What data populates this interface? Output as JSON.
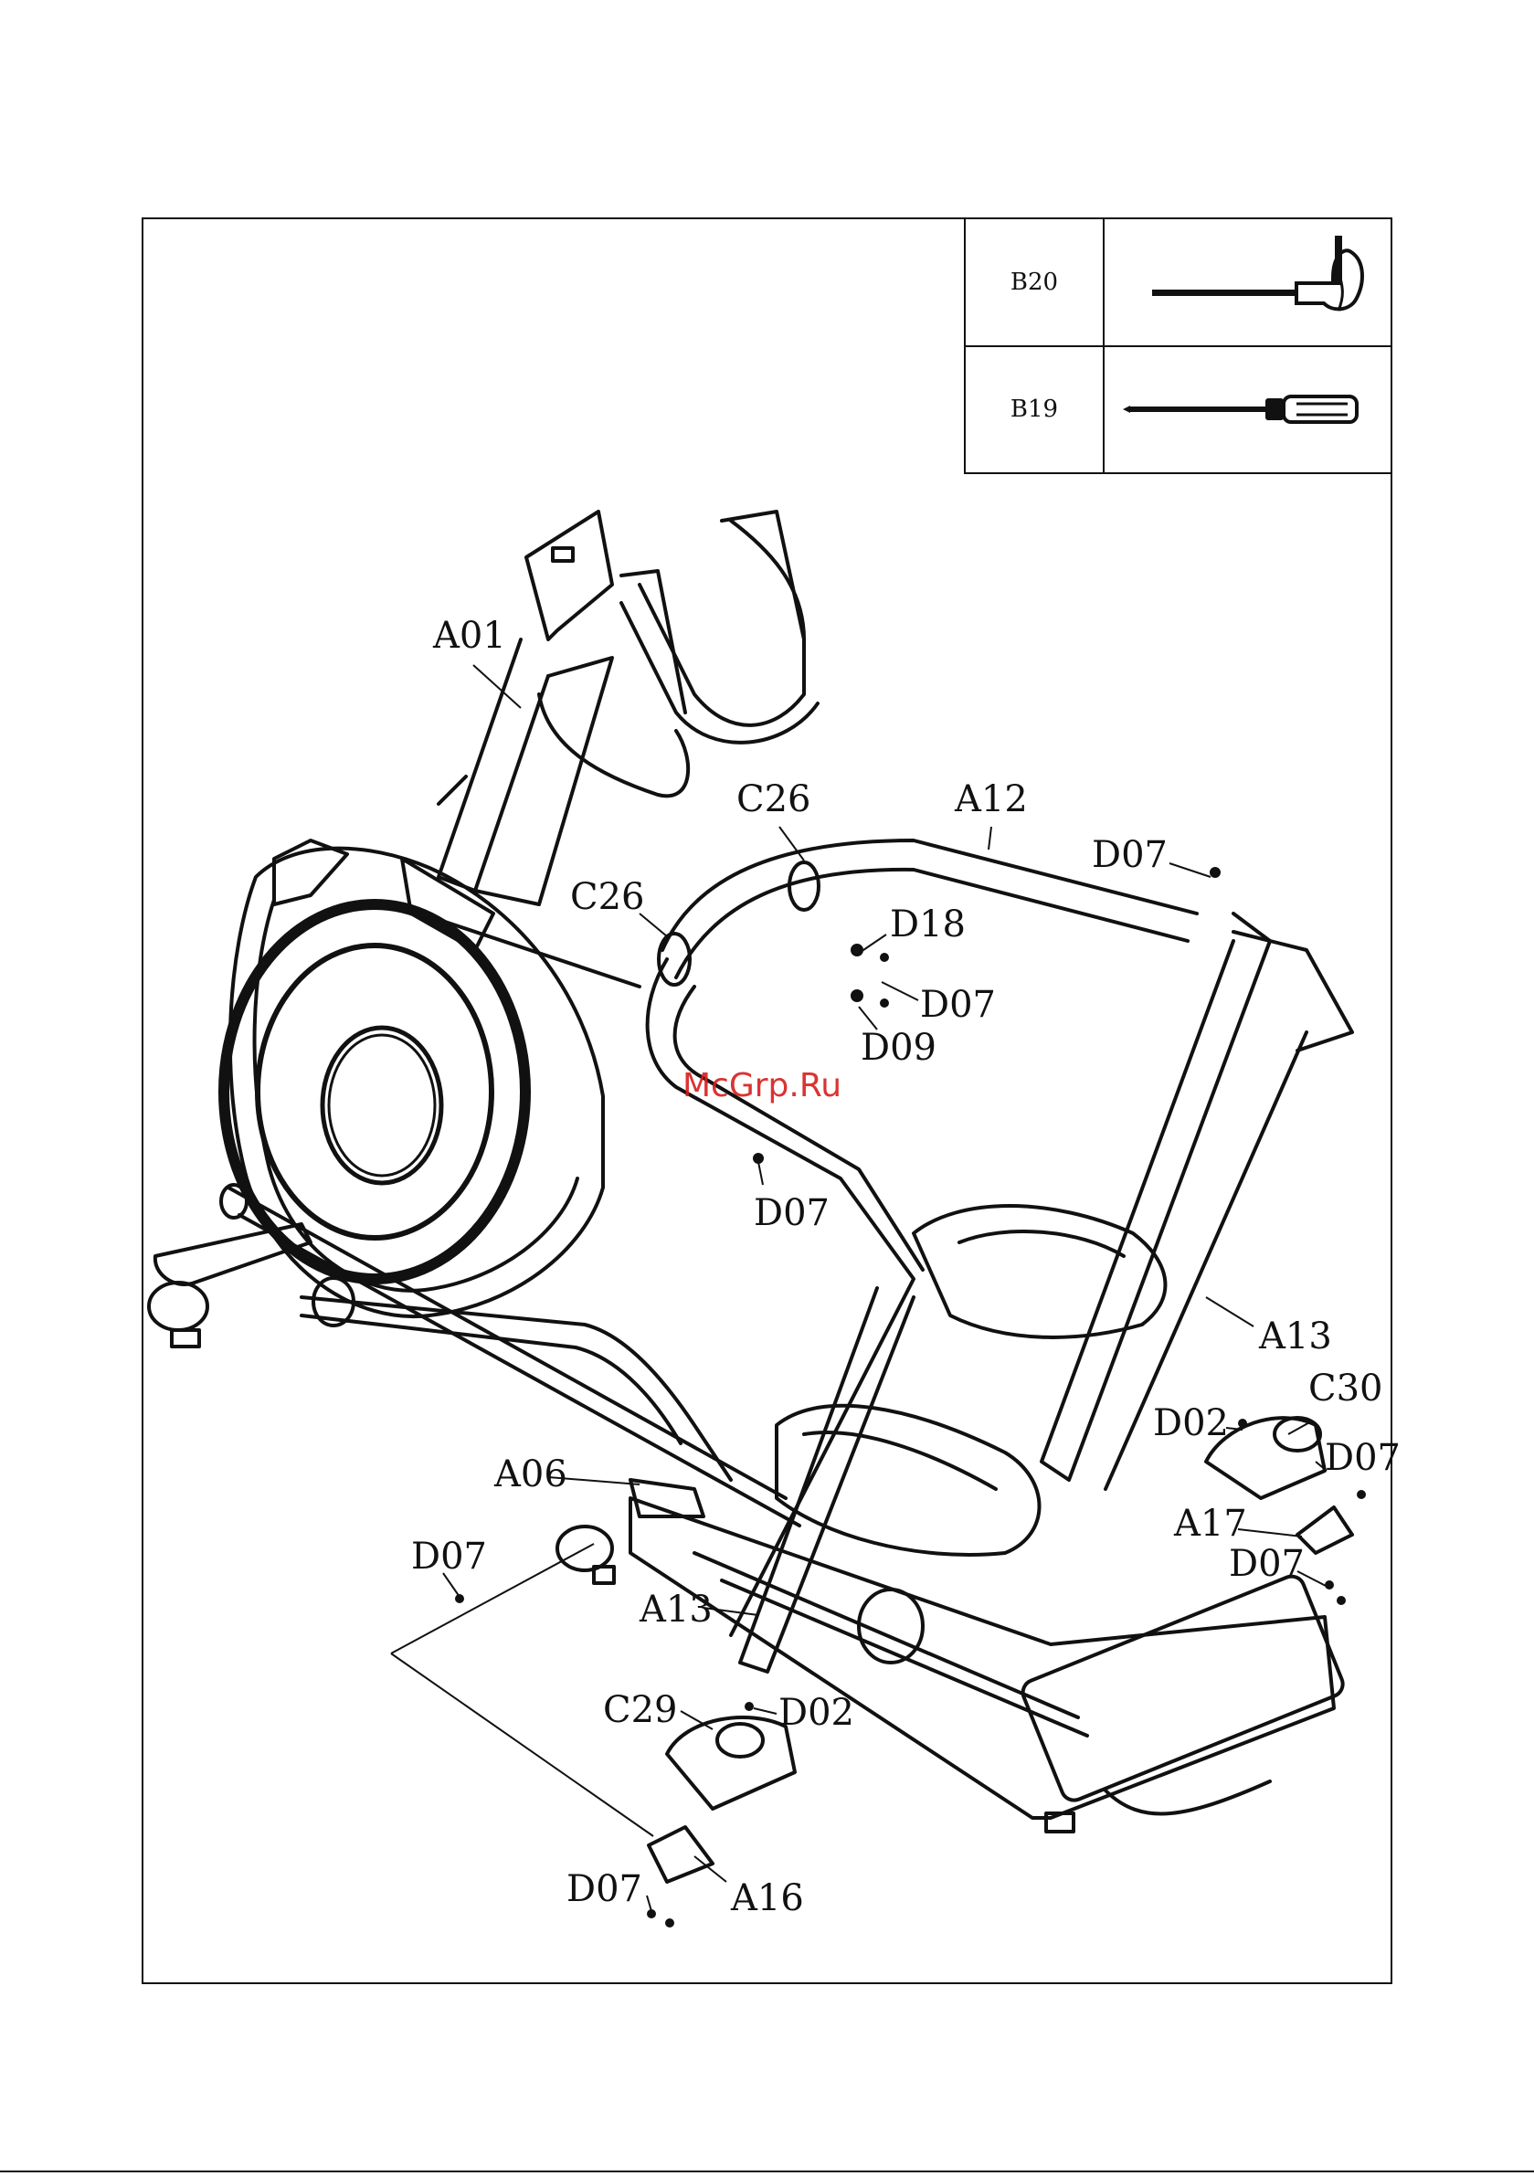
{
  "tools": [
    {
      "code": "B20",
      "icon": "hex-key-icon"
    },
    {
      "code": "B19",
      "icon": "screwdriver-icon"
    }
  ],
  "watermark": "McGrp.Ru",
  "labels": {
    "a01": "A01",
    "c26_top": "C26",
    "a12": "A12",
    "d07_top": "D07",
    "c26_left": "C26",
    "d18": "D18",
    "d07_mid": "D07",
    "d09": "D09",
    "d07_center": "D07",
    "a13_right": "A13",
    "c30": "C30",
    "d02_right": "D02",
    "d07_right": "D07",
    "a17": "A17",
    "d07_right_low": "D07",
    "a06": "A06",
    "d07_left": "D07",
    "a13_left": "A13",
    "c29": "C29",
    "d02_left": "D02",
    "d07_bottom": "D07",
    "a16": "A16"
  }
}
